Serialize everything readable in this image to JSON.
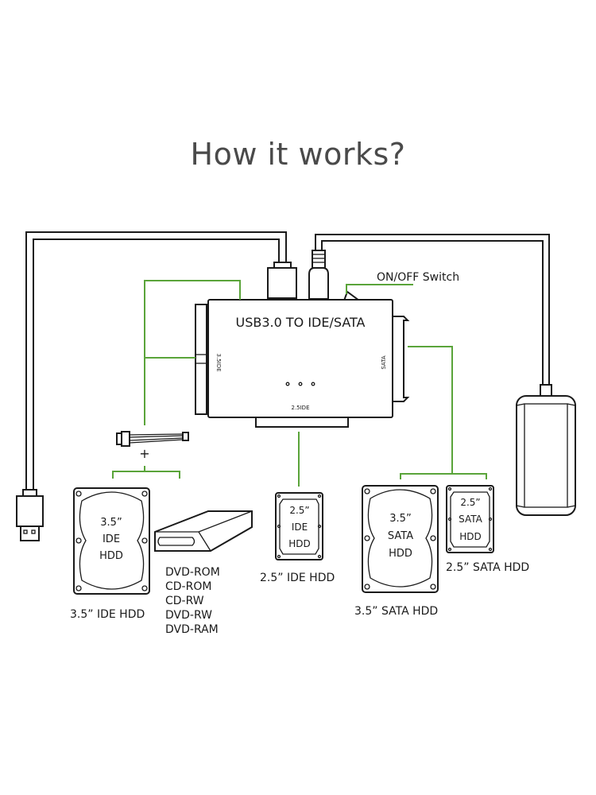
{
  "title": "How it works?",
  "adapter": {
    "label": "USB3.0 TO IDE/SATA",
    "port_left": "3.5IDE",
    "port_right": "SATA",
    "port_bottom": "2.5IDE"
  },
  "switch_label": "ON/OFF Switch",
  "plus_sign": "+",
  "devices": {
    "ide35": {
      "inner": [
        "3.5”",
        "IDE",
        "HDD"
      ],
      "caption": "3.5”  IDE HDD"
    },
    "optical": {
      "caption": [
        "DVD-ROM",
        "CD-ROM",
        "CD-RW",
        "DVD-RW",
        "DVD-RAM"
      ]
    },
    "ide25": {
      "inner": [
        "2.5”",
        "IDE",
        "HDD"
      ],
      "caption": "2.5”  IDE HDD"
    },
    "sata35": {
      "inner": [
        "3.5”",
        "SATA",
        "HDD"
      ],
      "caption": "3.5”  SATA HDD"
    },
    "sata25": {
      "inner": [
        "2.5”",
        "SATA",
        "HDD"
      ],
      "caption": "2.5”  SATA HDD"
    }
  },
  "colors": {
    "connector_line": "#5aa43a",
    "outline": "#1a1a1a",
    "title": "#4a4a4a"
  }
}
